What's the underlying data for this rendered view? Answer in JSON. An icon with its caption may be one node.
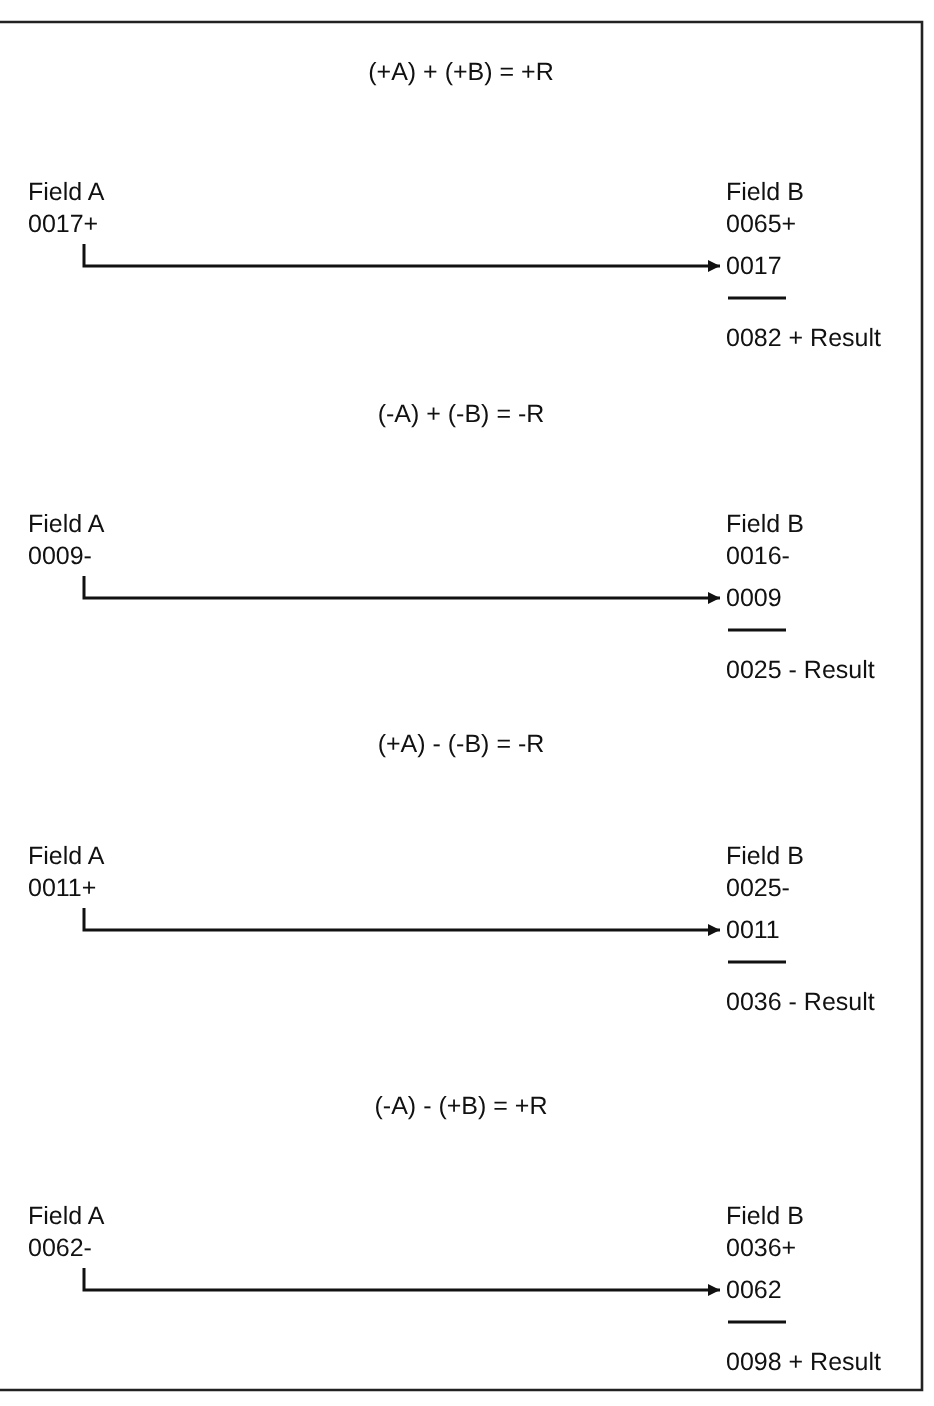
{
  "diagram": {
    "nodes": [
      {
        "text": [
          "Field A",
          "0017+"
        ]
      },
      {
        "text": [
          "Field B",
          "0065+",
          "0017",
          "0082 + Result"
        ]
      },
      {
        "text": [
          "Field A",
          "0009-"
        ]
      },
      {
        "text": [
          "Field B",
          "0016-",
          "0009",
          "0025 - Result"
        ]
      },
      {
        "text": [
          "Field A",
          "0011+"
        ]
      },
      {
        "text": [
          "Field B",
          "0025-",
          "0011",
          "0036 - Result"
        ]
      },
      {
        "text": [
          "Field A",
          "0062-"
        ]
      },
      {
        "text": [
          "Field B",
          "0036+",
          "0062",
          "0098 + Result"
        ]
      }
    ],
    "edges": [
      {
        "from": 0,
        "to": 1,
        "arrow": "to"
      },
      {
        "from": 2,
        "to": 3,
        "arrow": "to"
      },
      {
        "from": 4,
        "to": 5,
        "arrow": "to"
      },
      {
        "from": 6,
        "to": 7,
        "arrow": "to"
      }
    ],
    "labels": [
      "(+A) + (+B) = +R",
      "(-A) + (-B) = -R",
      "(+A) - (-B) = -R",
      "(-A) - (+B) = +R"
    ]
  }
}
